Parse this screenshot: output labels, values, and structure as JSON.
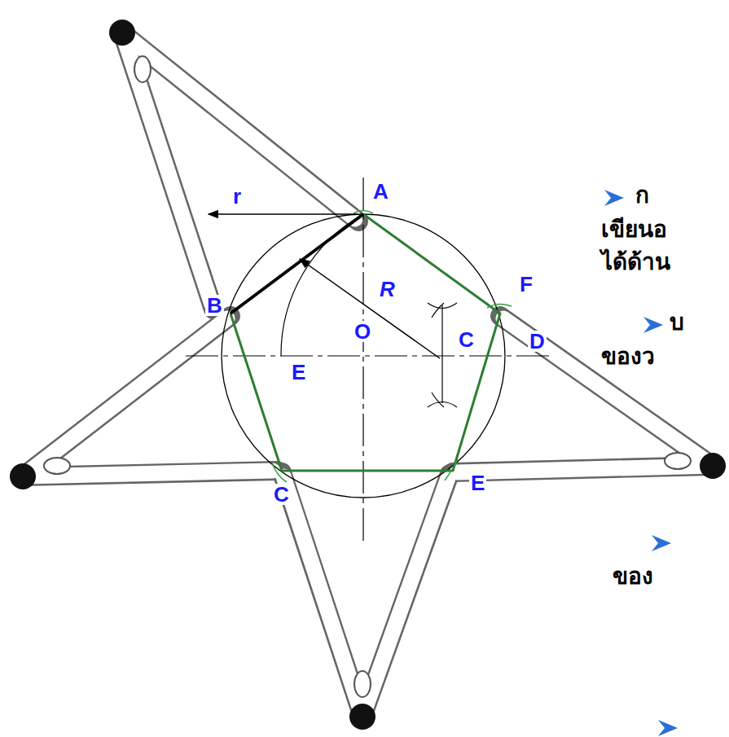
{
  "diagram": {
    "labels": [
      "r",
      "A",
      "R",
      "F",
      "B",
      "O",
      "C",
      "D",
      "E",
      "C",
      "E",
      "ก",
      "เขียนอ",
      "ได้ด้าน",
      "บ",
      "ของว",
      "ของ"
    ]
  }
}
